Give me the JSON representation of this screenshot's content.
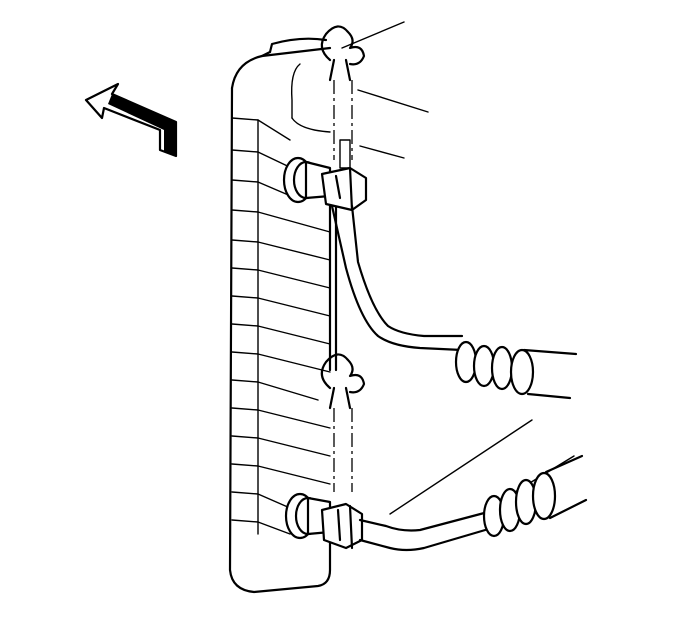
{
  "figure": {
    "kind": "technical line illustration",
    "colors": {
      "ink": "#000000",
      "background": "#ffffff"
    },
    "icons": [
      "direction-arrow-icon",
      "radiator-tank",
      "upper-cooler-line-fitting",
      "lower-cooler-line-fitting",
      "upper-retaining-clip",
      "lower-retaining-clip",
      "upper-cooler-hose",
      "lower-cooler-hose"
    ]
  }
}
